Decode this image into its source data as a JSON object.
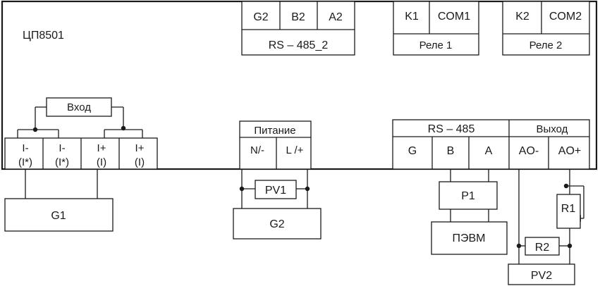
{
  "device": {
    "label": "ЦП8501"
  },
  "rs485_2": {
    "terminals": [
      "G2",
      "B2",
      "A2"
    ],
    "label": "RS – 485_2"
  },
  "relay1": {
    "terminals": [
      "K1",
      "COM1"
    ],
    "label": "Реле 1"
  },
  "relay2": {
    "terminals": [
      "K2",
      "COM2"
    ],
    "label": "Реле 2"
  },
  "input": {
    "label": "Вход",
    "terminals": [
      {
        "top": "I-",
        "bottom": "(I*)"
      },
      {
        "top": "I-",
        "bottom": "(I*)"
      },
      {
        "top": "I+",
        "bottom": "(I)"
      },
      {
        "top": "I+",
        "bottom": "(I)"
      }
    ]
  },
  "power": {
    "label": "Питание",
    "terminals": [
      "N/-",
      "L /+"
    ]
  },
  "rs485": {
    "label": "RS – 485",
    "terminals": [
      "G",
      "B",
      "A"
    ]
  },
  "output": {
    "label": "Выход",
    "terminals": [
      "AO-",
      "AO+"
    ]
  },
  "external": {
    "g1": "G1",
    "pv1": "PV1",
    "g2": "G2",
    "p1": "P1",
    "pc": "ПЭВМ",
    "r1": "R1",
    "r2": "R2",
    "pv2": "PV2"
  }
}
